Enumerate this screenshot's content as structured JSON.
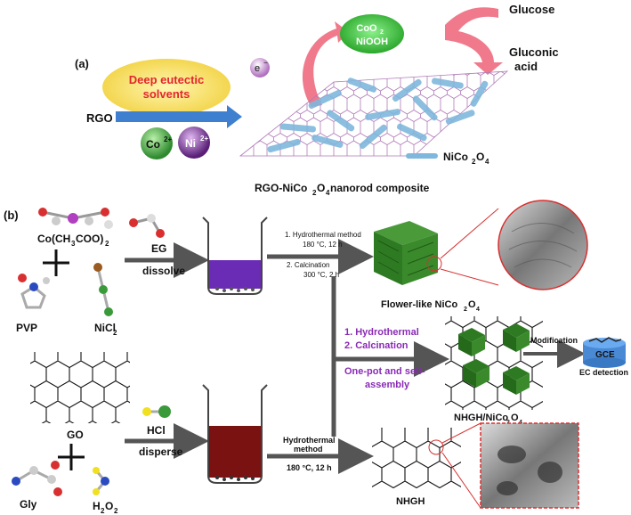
{
  "panel_a": {
    "label": "(a)",
    "des_line1": "Deep eutectic",
    "des_line2": "solvents",
    "rgo": "RGO",
    "co_ion": "Co",
    "co_charge": "2+",
    "ni_ion": "Ni",
    "ni_charge": "2+",
    "electron": "e",
    "electron_sup": "−",
    "oxides_line1": "CoO",
    "oxides_line1_sub": "2",
    "oxides_line2": "NiOOH",
    "glucose": "Glucose",
    "gluconic_line1": "Gluconic",
    "gluconic_line2": "acid",
    "legend_nico": "NiCo",
    "legend_nico_sub1": "2",
    "legend_nico_o": "O",
    "legend_nico_sub2": "4",
    "composite_prefix": "RGO-NiCo",
    "composite_sub1": "2",
    "composite_o": "O",
    "composite_sub2": "4",
    "composite_suffix": " nanorod composite"
  },
  "panel_b": {
    "label": "(b)",
    "co_acetate": "Co(CH",
    "co_acetate_sub1": "3",
    "co_acetate_mid": "COO)",
    "co_acetate_sub2": "2",
    "eg": "EG",
    "dissolve": "dissolve",
    "pvp": "PVP",
    "nicl": "NiCl",
    "nicl_sub": "2",
    "step1": "1. Hydrothermal method",
    "step1_cond": "180 °C, 12 h",
    "step2": "2. Calcination",
    "step2_cond": "300 °C, 2 h",
    "flower_prefix": "Flower-like NiCo",
    "flower_sub1": "2",
    "flower_o": "O",
    "flower_sub2": "4",
    "purple1": "1. Hydrothermal",
    "purple2": "2. Calcination",
    "purple3": "One-pot and self-",
    "purple4": "assembly",
    "modification": "Modification",
    "gce": "GCE",
    "ec": "EC detection",
    "nhgh_nico": "NHGH/NiCo",
    "nhgh_nico_sub1": "2",
    "nhgh_nico_o": "O",
    "nhgh_nico_sub2": "4",
    "go": "GO",
    "hcl": "HCl",
    "disperse": "disperse",
    "hydro_line1": "Hydrothermal",
    "hydro_line2": "method",
    "hydro_cond": "180 °C, 12 h",
    "nhgh": "NHGH",
    "gly": "Gly",
    "h2o2": "H",
    "h2o2_sub1": "2",
    "h2o2_o": "O",
    "h2o2_sub2": "2"
  },
  "colors": {
    "blue_arrow": "#3f7fcf",
    "pink_arrow": "#f07a8c",
    "des_text": "#e3262d",
    "des_fill": "#f6e06a",
    "co_ball": "#3c9a3c",
    "ni_ball": "#6d2a8a",
    "oxide_bubble": "#3dbb3d",
    "graphene_line": "#b07ab8",
    "nanorod": "#7fb8dc",
    "purple_solution": "#6a2bb5",
    "red_solution": "#7a1212",
    "purple_text": "#8a2ab5",
    "red_link": "#d83030",
    "gce": "#4a8ad4"
  }
}
